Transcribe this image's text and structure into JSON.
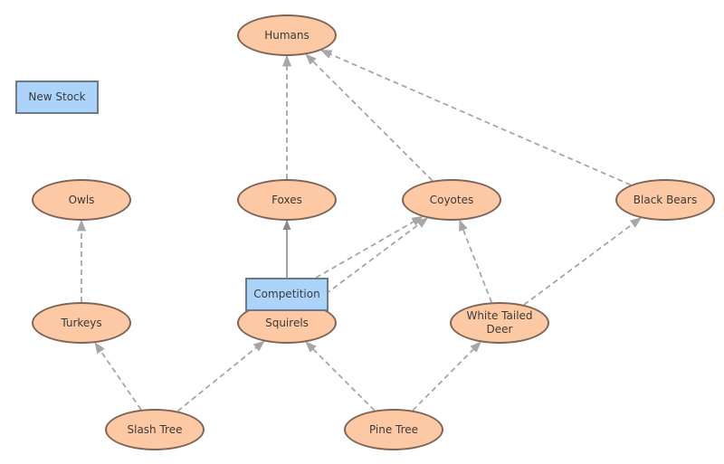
{
  "nodes": {
    "humans": "Humans",
    "new_stock": "New Stock",
    "owls": "Owls",
    "foxes": "Foxes",
    "coyotes": "Coyotes",
    "black_bears": "Black Bears",
    "competition": "Competition",
    "turkeys": "Turkeys",
    "squirels": "Squirels",
    "white_tailed_deer": "White Tailed\nDeer",
    "slash_tree": "Slash Tree",
    "pine_tree": "Pine Tree"
  },
  "colors": {
    "ellipse_fill": "#fdc9a4",
    "ellipse_stroke": "#7d6557",
    "stock_fill": "#acd4fa",
    "stock_stroke": "#6c7a89",
    "dashed_link": "#a6a6a6",
    "solid_link": "#8a8a8a"
  },
  "links": [
    {
      "from": "foxes",
      "to": "humans",
      "style": "dashed"
    },
    {
      "from": "coyotes",
      "to": "humans",
      "style": "dashed"
    },
    {
      "from": "black_bears",
      "to": "humans",
      "style": "dashed"
    },
    {
      "from": "turkeys",
      "to": "owls",
      "style": "dashed"
    },
    {
      "from": "competition",
      "to": "foxes",
      "style": "solid"
    },
    {
      "from": "competition",
      "to": "coyotes",
      "style": "dashed"
    },
    {
      "from": "squirels",
      "to": "coyotes",
      "style": "dashed"
    },
    {
      "from": "white_tailed_deer",
      "to": "coyotes",
      "style": "dashed"
    },
    {
      "from": "white_tailed_deer",
      "to": "black_bears",
      "style": "dashed"
    },
    {
      "from": "slash_tree",
      "to": "turkeys",
      "style": "dashed"
    },
    {
      "from": "slash_tree",
      "to": "squirels",
      "style": "dashed"
    },
    {
      "from": "pine_tree",
      "to": "squirels",
      "style": "dashed"
    },
    {
      "from": "pine_tree",
      "to": "white_tailed_deer",
      "style": "dashed"
    }
  ]
}
